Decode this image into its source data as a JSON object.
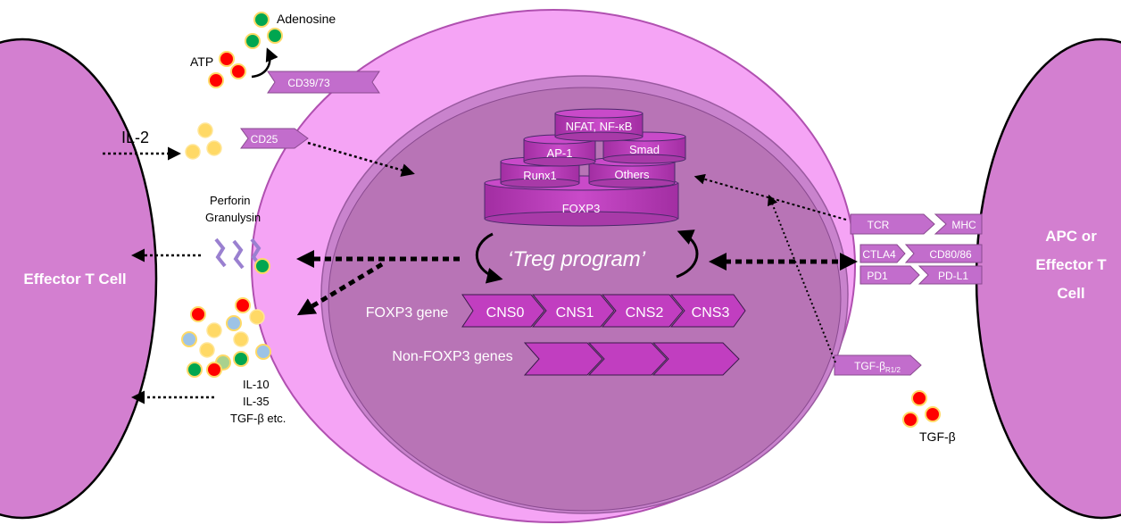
{
  "cells": {
    "effector_t_cell": "Effector T Cell",
    "apc_line1": "APC or",
    "apc_line2": "Effector T",
    "apc_line3": "Cell"
  },
  "receptors": {
    "cd39_73": "CD39/73",
    "cd25": "CD25",
    "tcr": "TCR",
    "mhc": "MHC",
    "ctla4": "CTLA4",
    "cd80_86": "CD80/86",
    "pd1": "PD1",
    "pdl1": "PD-L1",
    "tgfb_receptor_main": "TGF-β",
    "tgfb_receptor_sub": "R1/2"
  },
  "molecules": {
    "adenosine": "Adenosine",
    "atp": "ATP",
    "il2": "IL-2",
    "perforin": "Perforin",
    "granulysin": "Granulysin",
    "il10": "IL-10",
    "il35": "IL-35",
    "tgfb_etc": "TGF-β etc.",
    "tgfb": "TGF-β"
  },
  "transcription_factors": {
    "nfat_nfkb": "NFAT, NF-κB",
    "ap1": "AP-1",
    "smad": "Smad",
    "runx1": "Runx1",
    "others": "Others",
    "foxp3": "FOXP3"
  },
  "program": {
    "title": "‘Treg program’",
    "foxp3_gene": "FOXP3 gene",
    "cns": [
      "CNS0",
      "CNS1",
      "CNS2",
      "CNS3"
    ],
    "non_foxp3_genes": "Non-FOXP3 genes"
  },
  "colors": {
    "cell_fill": "#d37fd0",
    "treg_outer": "#f5a4f5",
    "treg_inner": "#c57fc9",
    "nucleus": "#b874b6",
    "magenta": "#c13ec0",
    "red": "#ff0000",
    "green": "#00a650",
    "yellow": "#ffd966",
    "blue": "#9dc3e6"
  }
}
